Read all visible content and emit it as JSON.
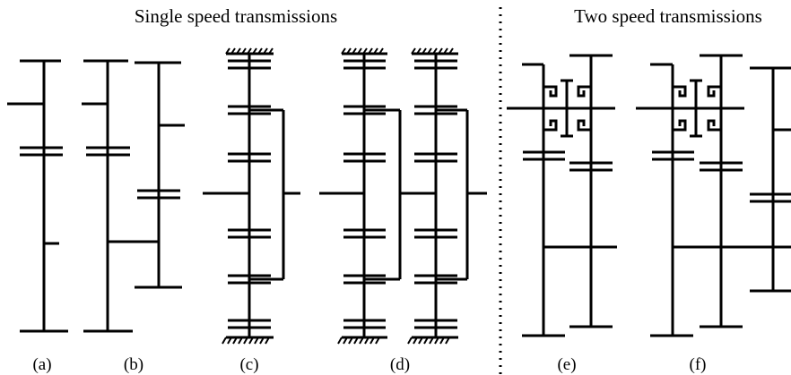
{
  "headings": {
    "single": "Single speed transmissions",
    "two": "Two speed transmissions"
  },
  "panels": [
    "(a)",
    "(b)",
    "(c)",
    "(d)",
    "(e)",
    "(f)"
  ]
}
